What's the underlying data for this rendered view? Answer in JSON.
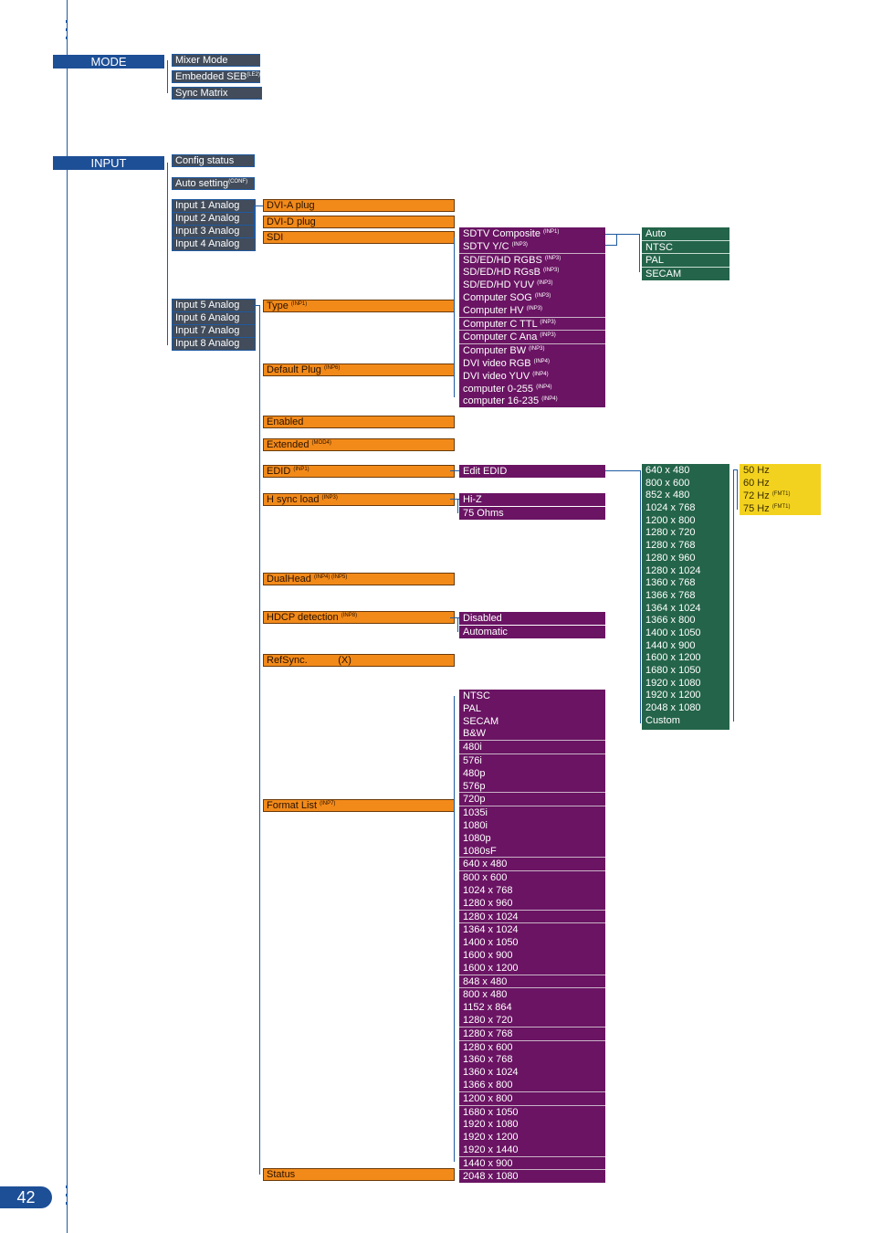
{
  "page_number": "42",
  "mode": {
    "title": "MODE",
    "items": [
      "Mixer Mode",
      "Embedded SEB",
      "Sync Matrix"
    ],
    "items_sup": [
      "",
      "(LE2)",
      ""
    ]
  },
  "input": {
    "title": "INPUT",
    "config_status": "Config status",
    "auto_setting": "Auto setting",
    "auto_setting_sup": "(CONF)",
    "inputs_a": [
      "Input 1 Analog",
      "Input 2 Analog",
      "Input 3 Analog",
      "Input 4 Analog"
    ],
    "inputs_b": [
      "Input 5 Analog",
      "Input 6 Analog",
      "Input 7 Analog",
      "Input 8 Analog"
    ]
  },
  "plugs": [
    "DVI-A plug",
    "DVI-D plug",
    "SDI"
  ],
  "menu": {
    "type": "Type",
    "type_sup": "(INP1)",
    "default_plug": "Default Plug",
    "default_plug_sup": "(INP6)",
    "enabled": "Enabled",
    "extended": "Extended",
    "extended_sup": "(MOD4)",
    "edid": "EDID",
    "edid_sup": "(INP1)",
    "hsync": "H sync load",
    "hsync_sup": "(INP3)",
    "dualhead": "DualHead",
    "dualhead_sup": "(INP4) (INP5)",
    "hdcp": "HDCP detection",
    "hdcp_sup": "(INP8)",
    "refsync": "RefSync.           (X)",
    "format_list": "Format List",
    "format_list_sup": "(INP7)",
    "status": "Status"
  },
  "types": [
    {
      "label": "SDTV Composite",
      "sup": "(INP1)"
    },
    {
      "label": "SDTV Y/C",
      "sup": "(INP3)"
    },
    {
      "label": "SD/ED/HD RGBS",
      "sup": "(INP3)"
    },
    {
      "label": "SD/ED/HD RGsB",
      "sup": "(INP3)"
    },
    {
      "label": "SD/ED/HD YUV",
      "sup": "(INP3)"
    },
    {
      "label": "Computer SOG",
      "sup": "(INP3)"
    },
    {
      "label": "Computer HV",
      "sup": "(INP3)"
    },
    {
      "label": "Computer C TTL",
      "sup": "(INP3)"
    },
    {
      "label": "Computer C Ana",
      "sup": "(INP3)"
    },
    {
      "label": "Computer BW",
      "sup": "(INP3)"
    },
    {
      "label": "DVI video RGB",
      "sup": "(INP4)"
    },
    {
      "label": "DVI video YUV",
      "sup": "(INP4)"
    },
    {
      "label": "computer 0-255",
      "sup": "(INP4)"
    },
    {
      "label": "computer 16-235",
      "sup": "(INP4)"
    }
  ],
  "sdi_standards": [
    "Auto",
    "NTSC",
    "PAL",
    "SECAM"
  ],
  "edit_edid": "Edit EDID",
  "edid_resolutions": [
    "640 x 480",
    "800 x 600",
    "852 x 480",
    "1024 x 768",
    "1200 x 800",
    "1280 x 720",
    "1280 x 768",
    "1280 x 960",
    "1280 x 1024",
    "1360 x 768",
    "1366 x 768",
    "1364 x 1024",
    "1366 x 800",
    "1400 x 1050",
    "1440 x 900",
    "1600 x 1200",
    "1680 x 1050",
    "1920 x 1080",
    "1920 x 1200",
    "2048 x 1080",
    "Custom"
  ],
  "refresh_rates": [
    {
      "label": "50 Hz",
      "sup": ""
    },
    {
      "label": "60 Hz",
      "sup": ""
    },
    {
      "label": "72 Hz",
      "sup": "(FMT1)"
    },
    {
      "label": "75 Hz",
      "sup": "(FMT1)"
    }
  ],
  "hsync_options": [
    "Hi-Z",
    "75 Ohms"
  ],
  "hdcp_options": [
    "Disabled",
    "Automatic"
  ],
  "formats": [
    "NTSC",
    "PAL",
    "SECAM",
    "B&W",
    "480i",
    "576i",
    "480p",
    "576p",
    "720p",
    "1035i",
    "1080i",
    "1080p",
    "1080sF",
    "640 x 480",
    "800 x 600",
    "1024 x 768",
    "1280 x 960",
    "1280 x 1024",
    "1364 x 1024",
    "1400 x 1050",
    "1600 x 900",
    "1600 x 1200",
    "848 x 480",
    "800 x 480",
    "1152 x 864",
    "1280 x 720",
    "1280 x 768",
    "1280 x 600",
    "1360 x 768",
    "1360 x 1024",
    "1366 x 800",
    "1200 x 800",
    "1680 x 1050",
    "1920 x 1080",
    "1920 x 1200",
    "1920 x 1440",
    "1440 x 900",
    "2048 x 1080"
  ],
  "colors": {
    "blue": "#1d4f96",
    "grey": "#424c5a",
    "orange": "#f28a1a",
    "purple": "#6a1463",
    "green": "#24644a",
    "yellow": "#f3d21f"
  }
}
